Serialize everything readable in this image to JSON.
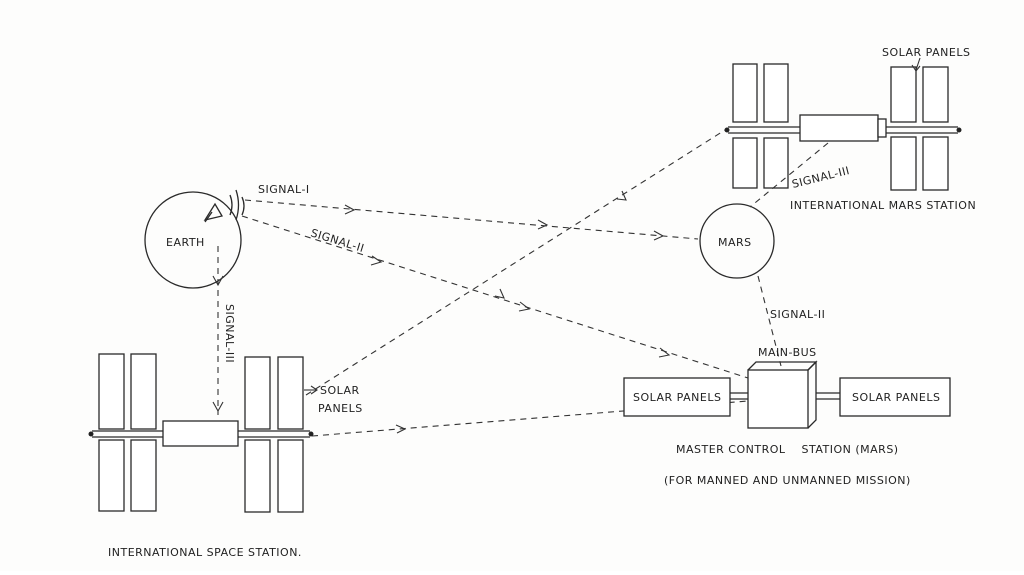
{
  "diagram": {
    "labels": {
      "earth": "EARTH",
      "mars": "MARS",
      "signal_1": "SIGNAL-I",
      "signal_2_earth": "SIGNAL-II",
      "signal_3_earth": "SIGNAL-III",
      "signal_3_mars": "SIGNAL-III",
      "signal_2_mars": "SIGNAL-II",
      "solar_panels_top": "SOLAR PANELS",
      "mars_station": "INTERNATIONAL MARS STATION",
      "iss_solar_1": "SOLAR",
      "iss_solar_2": "PANELS",
      "iss": "INTERNATIONAL SPACE STATION.",
      "main_bus": "MAIN-BUS",
      "solar_panels_left": "SOLAR PANELS",
      "solar_panels_right": "SOLAR PANELS",
      "master_control": "MASTER CONTROL    STATION (MARS)",
      "mission_note": "(FOR MANNED AND UNMANNED MISSION)"
    }
  }
}
